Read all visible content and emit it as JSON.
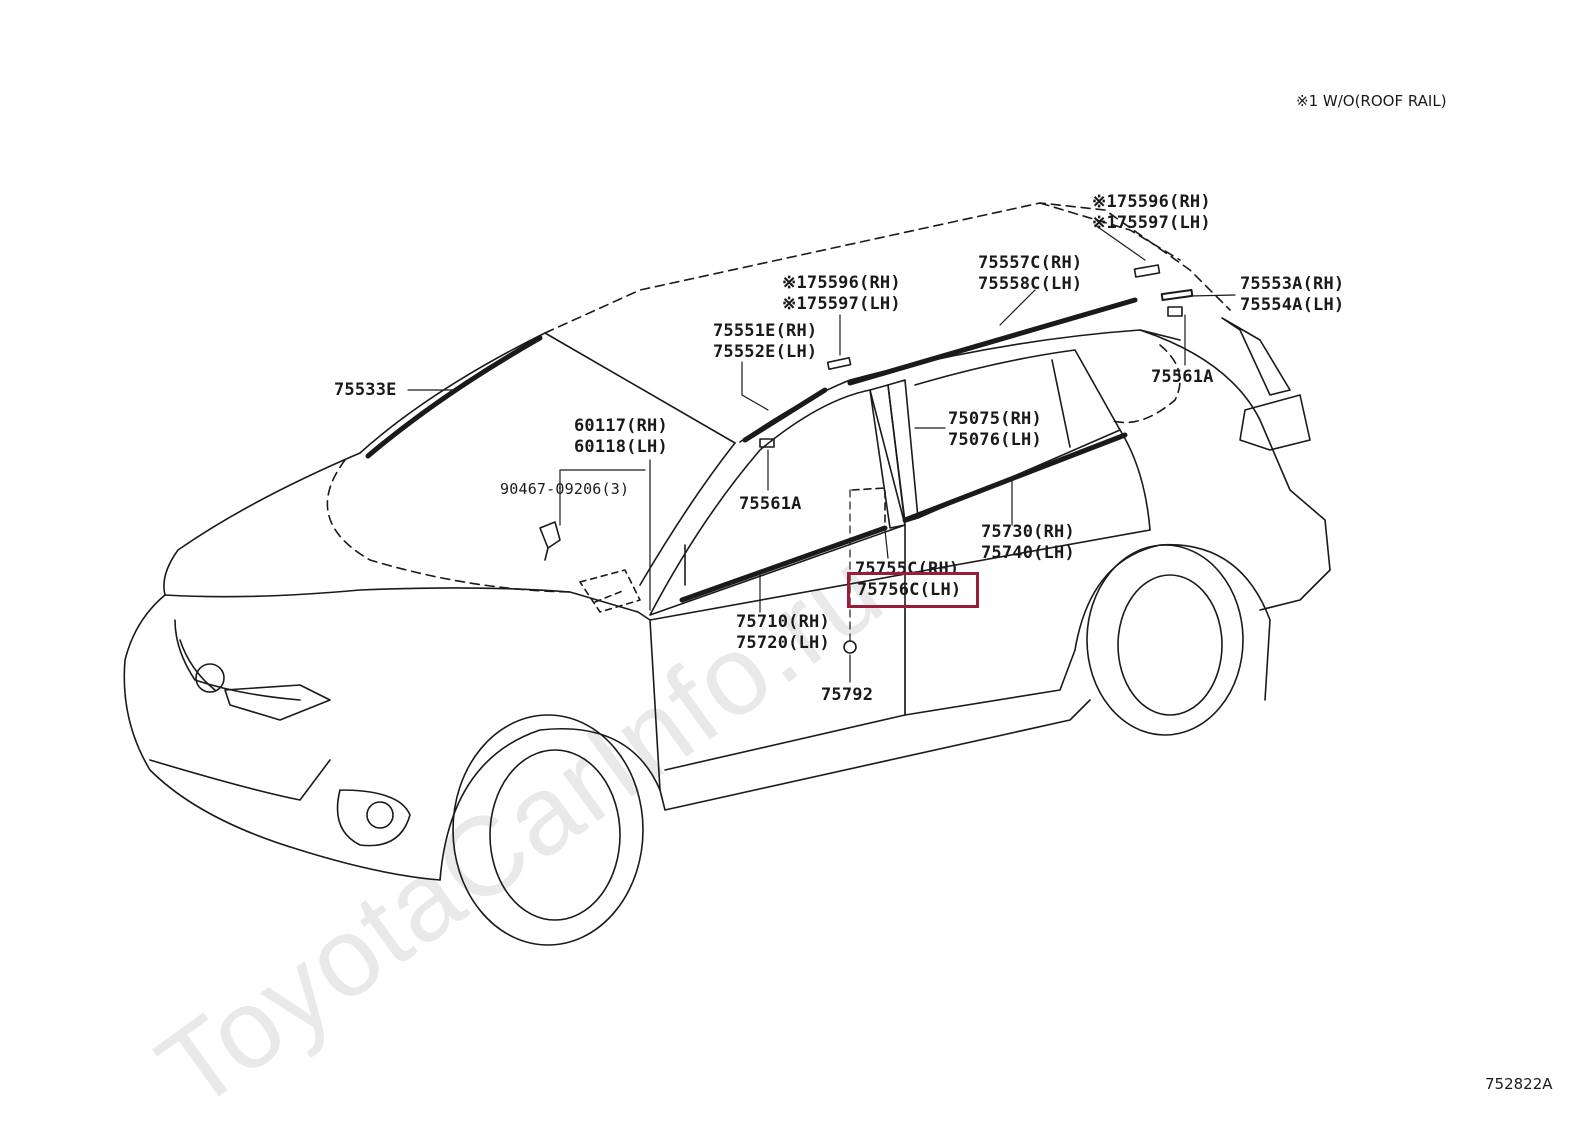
{
  "watermark": "ToyotaCarInfo.ru",
  "note": "※1 W/O(ROOF RAIL)",
  "diagram_code": "752822A",
  "colors": {
    "highlight": "#9b1b3a",
    "line": "#1a1a1a",
    "watermark": "#e9e9e9"
  },
  "labels": {
    "p75533": "75533E",
    "p60117": "60117(RH)",
    "p60118": "60118(LH)",
    "p90467": "90467-09206(3)",
    "p75596a": "※175596(RH)",
    "p75597a": "※175597(LH)",
    "p75551": "75551E(RH)",
    "p75552": "75552E(LH)",
    "p75561a": "75561A",
    "p75596b": "※175596(RH)",
    "p75597b": "※175597(LH)",
    "p75557": "75557C(RH)",
    "p75558": "75558C(LH)",
    "p75553": "75553A(RH)",
    "p75554": "75554A(LH)",
    "p75561b": "75561A",
    "p75075": "75075(RH)",
    "p75076": "75076(LH)",
    "p75730": "75730(RH)",
    "p75740": "75740(LH)",
    "p75755": "75755C(RH)",
    "p75756": "75756C(LH)",
    "p75710": "75710(RH)",
    "p75720": "75720(LH)",
    "p75792": "75792"
  }
}
